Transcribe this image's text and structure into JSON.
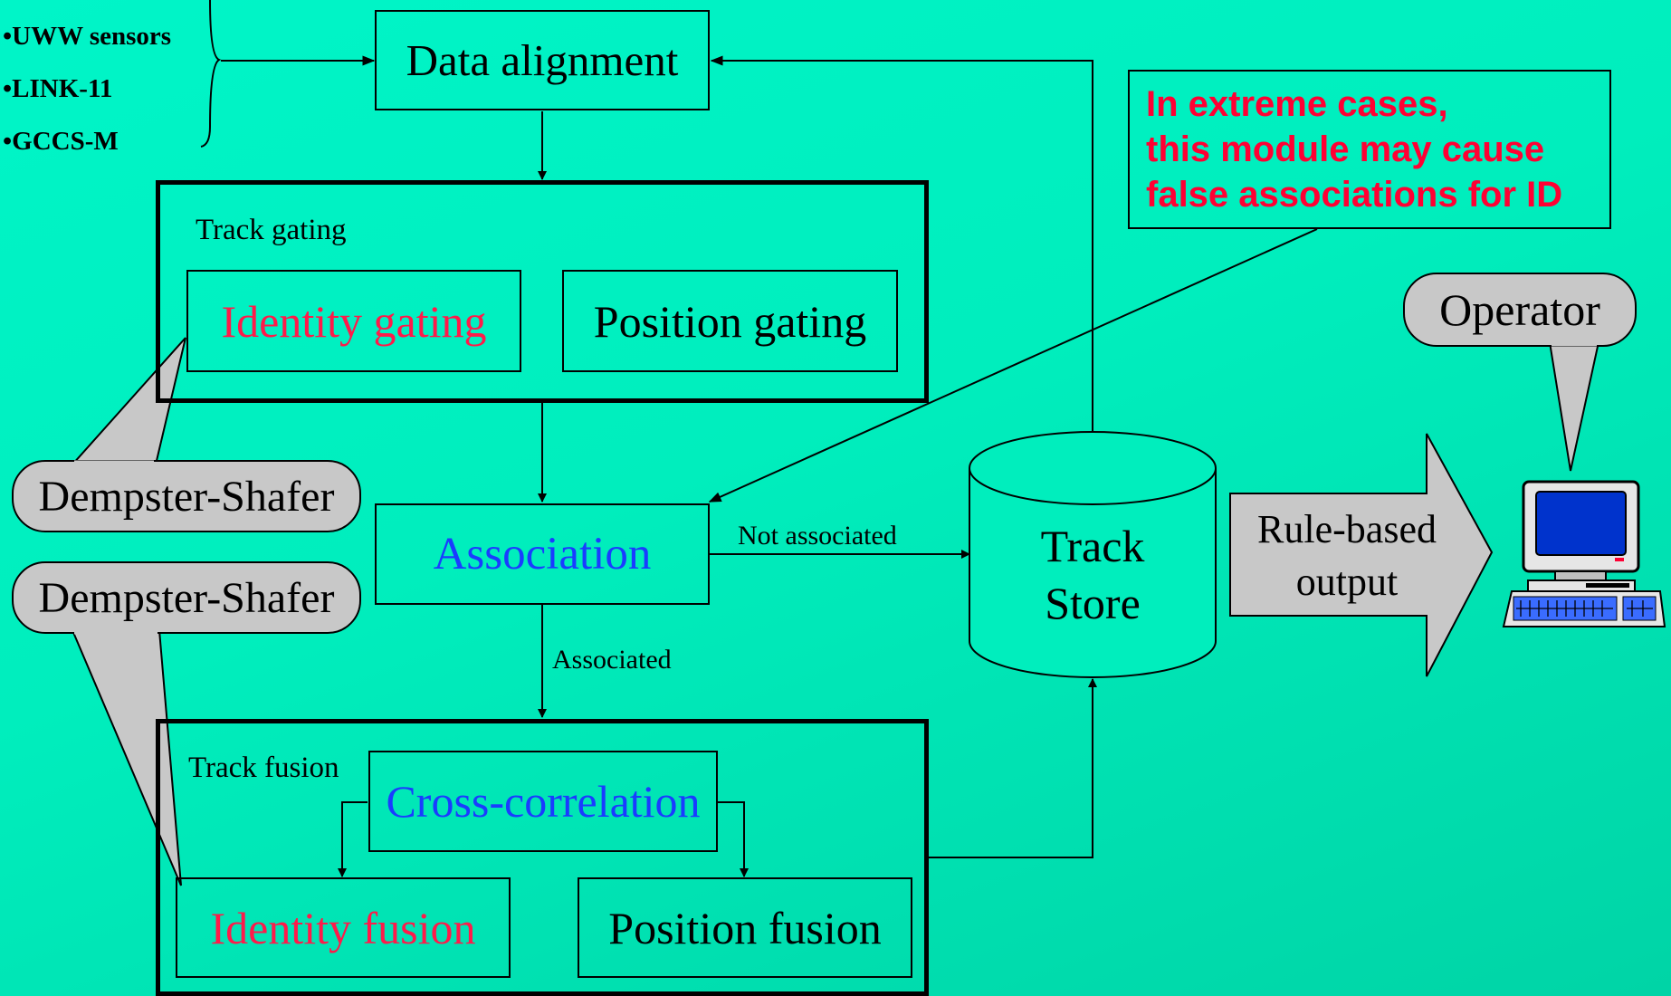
{
  "sources": {
    "items": [
      "•UWW sensors",
      "•LINK-11",
      "•GCCS-M"
    ]
  },
  "data_alignment": {
    "label": "Data alignment"
  },
  "track_gating": {
    "title": "Track gating",
    "identity_gating": "Identity gating",
    "position_gating": "Position gating"
  },
  "association": {
    "label": "Association",
    "not_associated": "Not associated",
    "associated": "Associated"
  },
  "track_fusion": {
    "title": "Track fusion",
    "cross_correlation": "Cross-correlation",
    "identity_fusion": "Identity fusion",
    "position_fusion": "Position fusion"
  },
  "callouts": {
    "dempster_shafer_1": "Dempster-Shafer",
    "dempster_shafer_2": "Dempster-Shafer",
    "operator": "Operator"
  },
  "track_store": {
    "line1": "Track",
    "line2": "Store"
  },
  "output_arrow": {
    "line1": "Rule-based",
    "line2": "output"
  },
  "warning_note": {
    "line1": "In extreme cases,",
    "line2": "this module may cause",
    "line3": "false associations for ID"
  },
  "colors": {
    "background": "#00efc0",
    "emphasis_red": "#ff1a4a",
    "emphasis_blue": "#1a3cff",
    "warning_red": "#ff0033",
    "callout_gray": "#c8c8c8"
  },
  "icons": {
    "computer": "computer-terminal-icon"
  }
}
